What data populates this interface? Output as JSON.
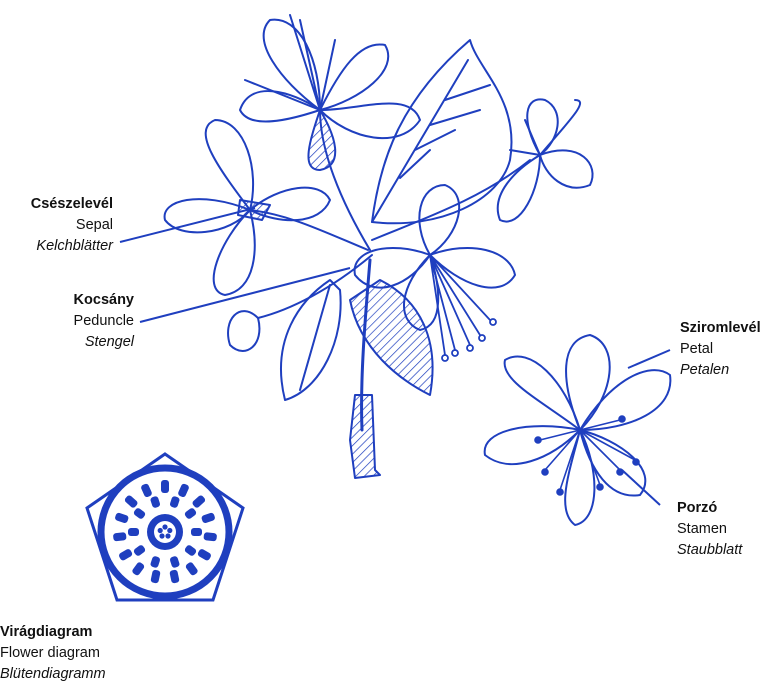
{
  "colors": {
    "ink": "#1f3fbf",
    "text": "#111111",
    "background": "#ffffff"
  },
  "labels": {
    "sepal": {
      "hu": "Csészelevél",
      "en": "Sepal",
      "de": "Kelchblätter"
    },
    "peduncle": {
      "hu": "Kocsány",
      "en": "Peduncle",
      "de": "Stengel"
    },
    "petal": {
      "hu": "Sziromlevél",
      "en": "Petal",
      "de": "Petalen"
    },
    "stamen": {
      "hu": "Porzó",
      "en": "Stamen",
      "de": "Staubblatt"
    },
    "diagram": {
      "hu": "Virágdiagram",
      "en": "Flower diagram",
      "de": "Blütendiagramm"
    }
  }
}
